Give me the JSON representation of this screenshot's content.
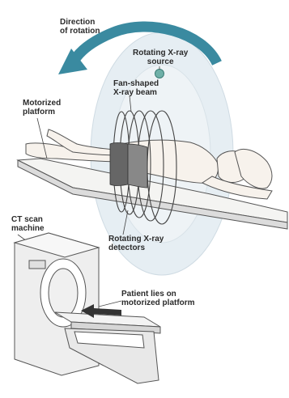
{
  "labels": {
    "direction_of_rotation": "Direction\nof rotation",
    "rotating_xray_source": "Rotating X-ray\nsource",
    "fan_shaped_xray_beam": "Fan-shaped\nX-ray beam",
    "motorized_platform": "Motorized\nplatform",
    "rotating_xray_detectors": "Rotating X-ray\ndetectors",
    "ct_scan_machine": "CT scan\nmachine",
    "patient_lies_on_platform": "Patient lies on\nmotorized platform"
  },
  "colors": {
    "rotation_arrow": "#3a8aa0",
    "gantry_disc": "#e6eef3",
    "source_dot": "#6fb0a8",
    "line_art": "#555555",
    "label_text": "#2b2b2b"
  }
}
